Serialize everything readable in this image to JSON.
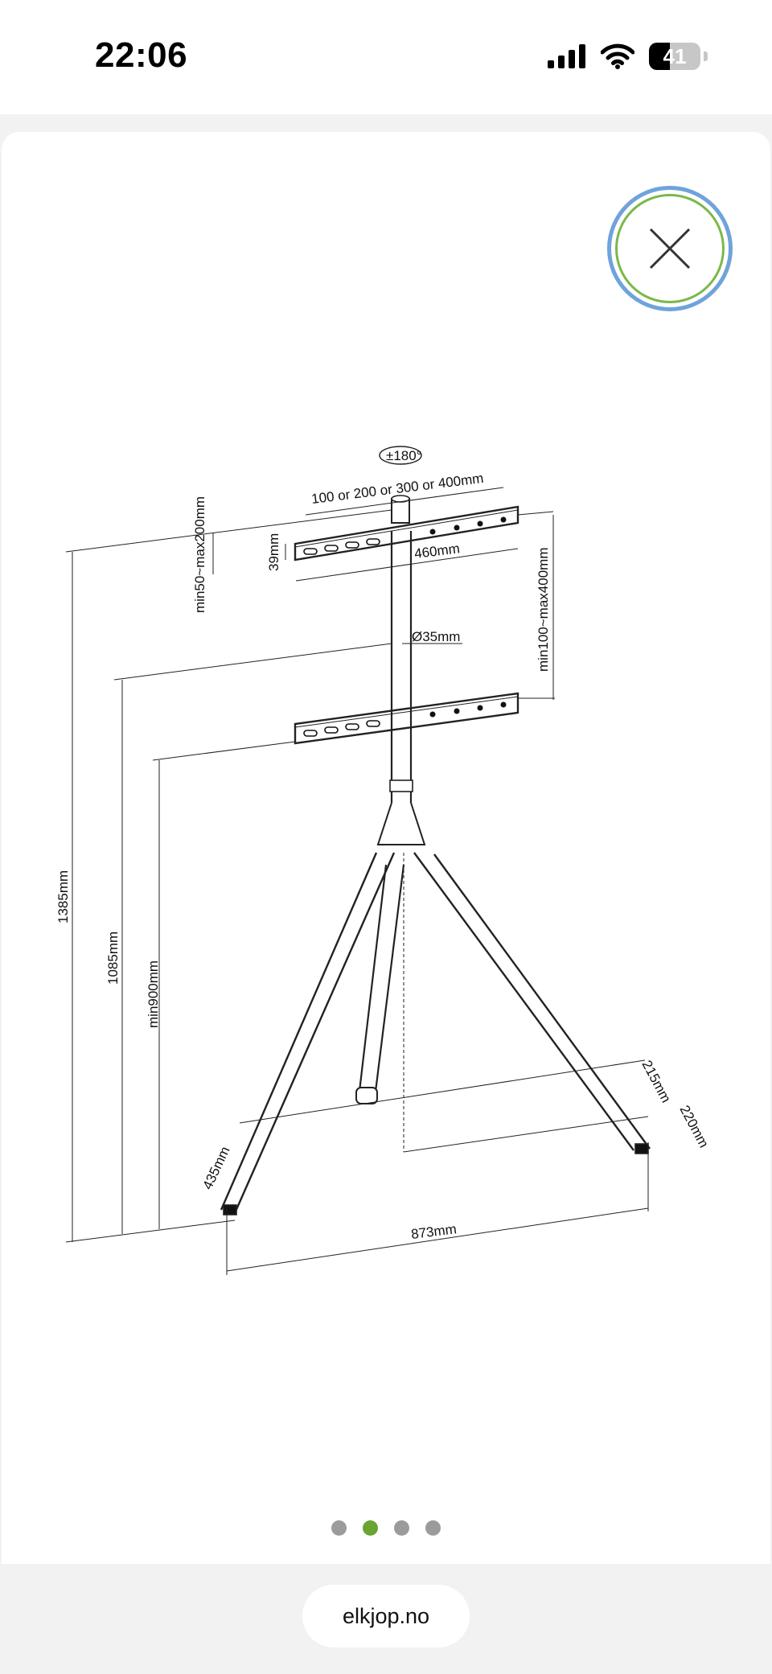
{
  "status": {
    "time": "22:06",
    "battery": "41",
    "battery_level": 0.41
  },
  "viewer": {
    "close_icon": "close-icon",
    "pager": {
      "total": 4,
      "active_index": 1
    }
  },
  "drawing": {
    "labels": {
      "rotation": "±180°",
      "vesa": "100 or 200 or 300 or 400mm",
      "bracket_height": "39mm",
      "bracket_width": "460mm",
      "adjust_top": "min50~max200mm",
      "adjust_range": "min100~max400mm",
      "pole_diameter": "Ø35mm",
      "total_height": "1385mm",
      "mid_height": "1085mm",
      "min_height": "min900mm",
      "depth_front": "435mm",
      "width_base": "873mm",
      "depth_right_a": "215mm",
      "depth_right_b": "220mm"
    }
  },
  "browser": {
    "url": "elkjop.no"
  }
}
